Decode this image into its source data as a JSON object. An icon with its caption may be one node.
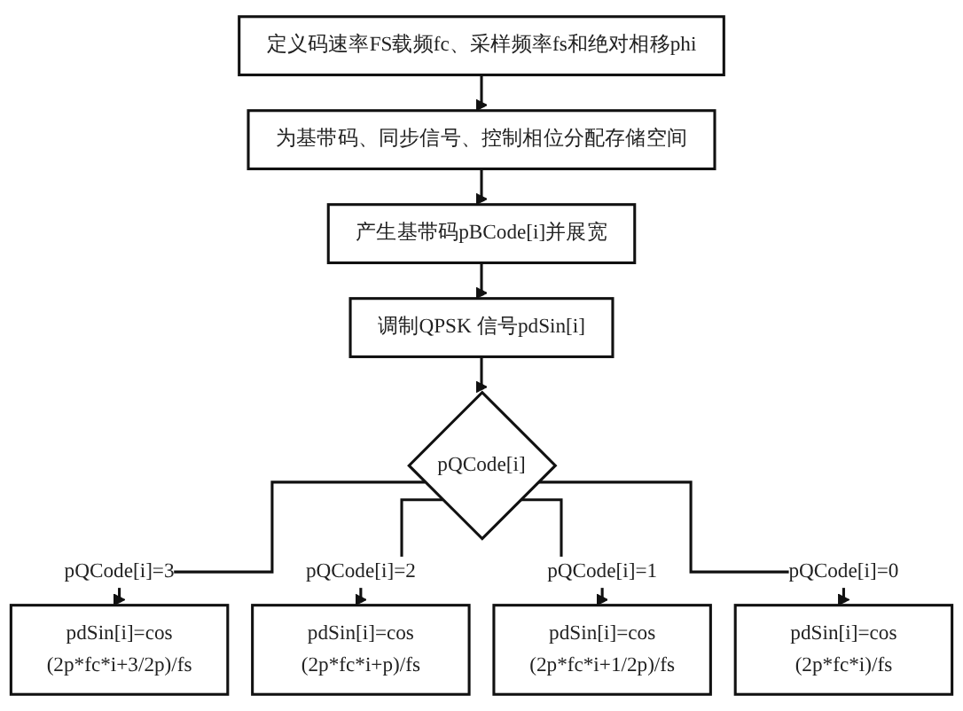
{
  "diagram": {
    "nodes": [
      {
        "text": [
          "定义码速率FS载频fc、采样频率fs和绝对相移phi"
        ]
      },
      {
        "text": [
          "为基带码、同步信号、控制相位分配存储空间"
        ]
      },
      {
        "text": [
          "产生基带码pBCode[i]并展宽"
        ]
      },
      {
        "text": [
          "调制QPSK 信号pdSin[i]"
        ]
      },
      {
        "text": [
          "pQCode[i]"
        ]
      },
      {
        "text": [
          "pdSin[i]=cos (2p*fc*i+3/2p)/fs"
        ]
      },
      {
        "text": [
          "pdSin[i]=cos (2p*fc*i+p)/fs"
        ]
      },
      {
        "text": [
          "pdSin[i]=cos (2p*fc*i+1/2p)/fs"
        ]
      },
      {
        "text": [
          "pdSin[i]=cos (2p*fc*i)/fs"
        ]
      }
    ],
    "edges": [
      {
        "from": 0,
        "to": 1,
        "arrow": "to"
      },
      {
        "from": 1,
        "to": 2,
        "arrow": "to"
      },
      {
        "from": 2,
        "to": 3,
        "arrow": "to"
      },
      {
        "from": 3,
        "to": 4,
        "arrow": "to"
      },
      {
        "from": 4,
        "to": 5,
        "arrow": "to",
        "label": "pQCode[i]=3"
      },
      {
        "from": 4,
        "to": 6,
        "arrow": "to",
        "label": "pQCode[i]=2"
      },
      {
        "from": 4,
        "to": 7,
        "arrow": "to",
        "label": "pQCode[i]=1"
      },
      {
        "from": 4,
        "to": 8,
        "arrow": "to",
        "label": "pQCode[i]=0"
      }
    ]
  }
}
